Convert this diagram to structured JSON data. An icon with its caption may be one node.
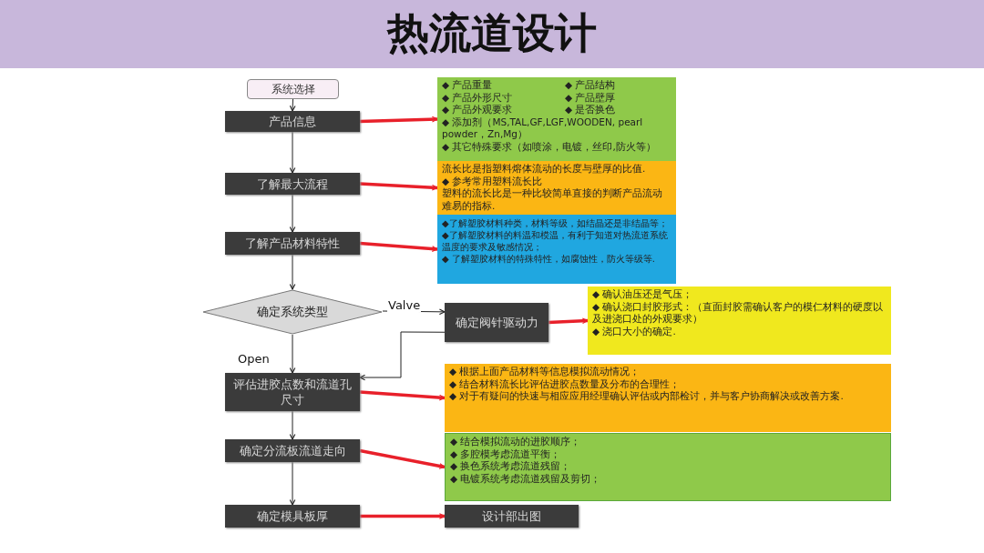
{
  "diagram": {
    "title": "热流道设计",
    "nodes": [
      {
        "text": [
          "系统选择"
        ]
      },
      {
        "text": [
          "产品信息"
        ]
      },
      {
        "text": [
          "◆ 产品重量",
          "◆ 产品结构",
          "◆ 产品外形尺寸",
          "◆ 产品壁厚",
          "◆ 产品外观要求",
          "◆ 是否换色",
          "◆ 添加剂（MS,TAL,GF,LGF,WOODEN, pearl powder，Zn,Mg）",
          "◆ 其它特殊要求（如喷涂，电镀，丝印,防火等）"
        ]
      },
      {
        "text": [
          "了解最大流程"
        ]
      },
      {
        "text": [
          "流长比是指塑料熔体流动的长度与壁厚的比值.",
          "◆ 参考常用塑料流长比",
          "塑料的流长比是一种比较简单直接的判断产品流动难易的指标."
        ]
      },
      {
        "text": [
          "了解产品材料特性"
        ]
      },
      {
        "text": [
          "◆了解塑胶材料种类，材料等级，如结晶还是非结晶等；",
          "◆了解塑胶材料的料温和模温，有利于知道对热流道系统温度的要求及敏感情况；",
          "◆ 了解塑胶材料的特殊特性，如腐蚀性，防火等级等."
        ]
      },
      {
        "text": [
          "确定系统类型"
        ]
      },
      {
        "text": [
          "确定阀针驱动力"
        ]
      },
      {
        "text": [
          "◆ 确认油压还是气压；",
          "◆ 确认浇口封胶形式：（直面封胶需确认客户的模仁材料的硬度以及进浇口处的外观要求）",
          "◆ 浇口大小的确定."
        ]
      },
      {
        "text": [
          "评估进胶点数和流道孔尺寸"
        ]
      },
      {
        "text": [
          "◆ 根据上面产品材料等信息模拟流动情况；",
          "◆ 结合材料流长比评估进胶点数量及分布的合理性；",
          "◆ 对于有疑问的快速与相应应用经理确认评估或内部检讨，并与客户协商解决或改善方案."
        ]
      },
      {
        "text": [
          "确定分流板流道走向"
        ]
      },
      {
        "text": [
          "◆ 结合模拟流动的进胶顺序；",
          "◆ 多腔模考虑流道平衡；",
          "◆ 换色系统考虑流道残留；",
          "◆ 电镀系统考虑流道残留及剪切；"
        ]
      },
      {
        "text": [
          "确定模具板厚"
        ]
      },
      {
        "text": [
          "设计部出图"
        ]
      }
    ],
    "edges": [
      {
        "from": 0,
        "to": 1,
        "arrow": "to"
      },
      {
        "from": 1,
        "to": 3,
        "arrow": "to"
      },
      {
        "from": 3,
        "to": 5,
        "arrow": "to"
      },
      {
        "from": 5,
        "to": 7,
        "arrow": "to"
      },
      {
        "from": 7,
        "to": 8,
        "arrow": "to",
        "label": "Valve"
      },
      {
        "from": 7,
        "to": 10,
        "arrow": "to",
        "label": "Open"
      },
      {
        "from": 8,
        "to": 10,
        "arrow": "to"
      },
      {
        "from": 10,
        "to": 12,
        "arrow": "to"
      },
      {
        "from": 12,
        "to": 14,
        "arrow": "to"
      },
      {
        "from": 1,
        "to": 2,
        "arrow": "to",
        "style": "thick",
        "color": "#e8202a"
      },
      {
        "from": 3,
        "to": 4,
        "arrow": "to",
        "style": "thick",
        "color": "#e8202a"
      },
      {
        "from": 5,
        "to": 6,
        "arrow": "to",
        "style": "thick",
        "color": "#e8202a"
      },
      {
        "from": 8,
        "to": 9,
        "arrow": "to",
        "style": "thick",
        "color": "#e8202a"
      },
      {
        "from": 10,
        "to": 11,
        "arrow": "to",
        "style": "thick",
        "color": "#e8202a"
      },
      {
        "from": 12,
        "to": 13,
        "arrow": "to",
        "style": "thick",
        "color": "#e8202a"
      },
      {
        "from": 14,
        "to": 15,
        "arrow": "to",
        "style": "thick",
        "color": "#e8202a"
      }
    ]
  }
}
